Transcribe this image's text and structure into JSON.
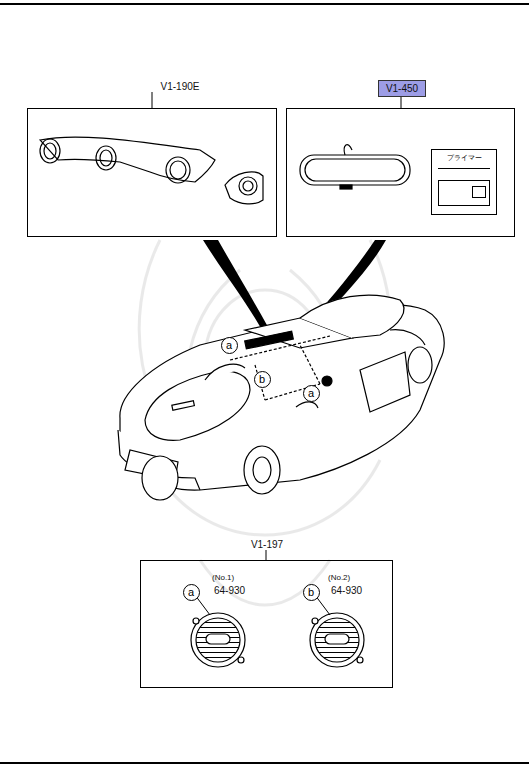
{
  "diagram": {
    "nodes": [
      {
        "text": [
          "V1-190E"
        ]
      },
      {
        "text": [
          "V1-450"
        ]
      },
      {
        "text": [
          "プライマー"
        ],
        "in": 1
      },
      {
        "text": [
          "a"
        ]
      },
      {
        "text": [
          "b"
        ]
      },
      {
        "text": [
          "a"
        ]
      },
      {
        "text": [
          "V1-197"
        ]
      },
      {
        "text": [
          "a"
        ],
        "in": 6
      },
      {
        "text": [
          "b"
        ],
        "in": 6
      }
    ],
    "labels": [
      "(No.1)",
      "64-930",
      "(No.2)",
      "64-930"
    ]
  }
}
